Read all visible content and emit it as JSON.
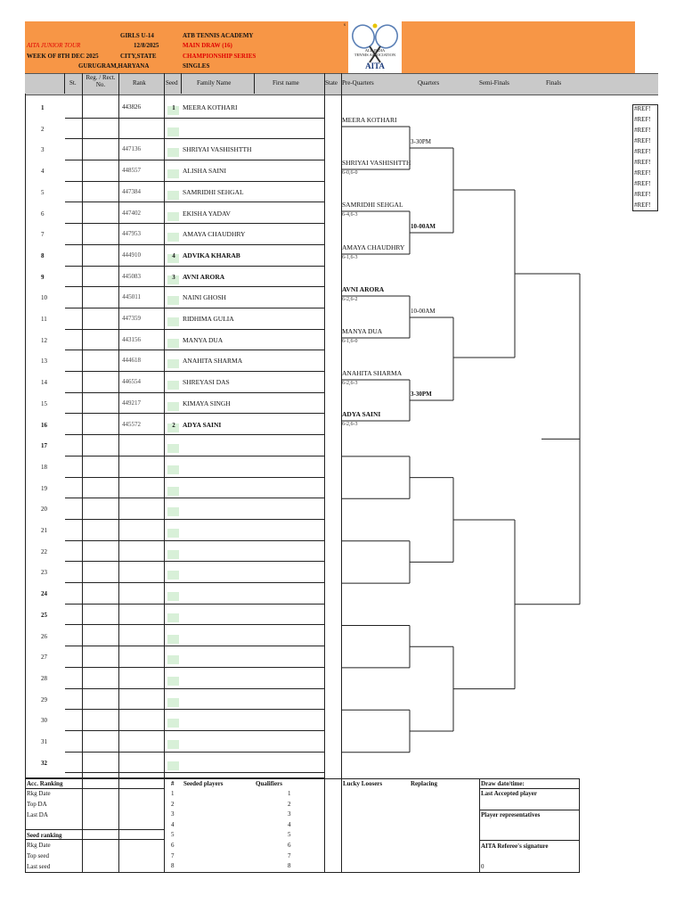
{
  "header": {
    "tour": "AITA JUNIOR TOUR",
    "week": "WEEK OF 8TH DEC 2025",
    "category": "GIRLS  U-14",
    "date": "12/8/2025",
    "city_state": "CITY,STATE",
    "venue_city": "GURUGRAM,HARYANA",
    "academy": "ATB TENNIS ACADEMY",
    "main_draw": "MAIN DRAW (16)",
    "series": "CHAMPIONSHIP SERIES",
    "singles": "SINGLES",
    "logo_text_1": "ALL INDIA",
    "logo_text_2": "TENNIS ASSOCIATION",
    "logo_text_3": "AITA",
    "logo_mark": "s"
  },
  "columns": {
    "st": "St.",
    "reg": "Reg. / Rect. No.",
    "rank": "Rank",
    "seed": "Seed",
    "family": "Family Name",
    "first": "First name",
    "state": "State",
    "pre_quarters": "Pre-Quarters",
    "quarters": "Quarters",
    "semis": "Semi-Finals",
    "finals": "Finals"
  },
  "players": [
    {
      "n": "1",
      "reg": "443826",
      "seed": "1",
      "name": "MEERA KOTHARI",
      "bold": false
    },
    {
      "n": "2",
      "reg": "",
      "seed": "",
      "name": "",
      "bold": false
    },
    {
      "n": "3",
      "reg": "447136",
      "seed": "",
      "name": "SHRIYAI VASHISHTTH",
      "bold": false
    },
    {
      "n": "4",
      "reg": "448557",
      "seed": "",
      "name": "ALISHA SAINI",
      "bold": false
    },
    {
      "n": "5",
      "reg": "447384",
      "seed": "",
      "name": "SAMRIDHI SEHGAL",
      "bold": false
    },
    {
      "n": "6",
      "reg": "447402",
      "seed": "",
      "name": "EKISHA YADAV",
      "bold": false
    },
    {
      "n": "7",
      "reg": "447953",
      "seed": "",
      "name": "AMAYA CHAUDHRY",
      "bold": false
    },
    {
      "n": "8",
      "reg": "444910",
      "seed": "4",
      "name": "ADVIKA KHARAB",
      "bold": true
    },
    {
      "n": "9",
      "reg": "445083",
      "seed": "3",
      "name": "AVNI ARORA",
      "bold": true
    },
    {
      "n": "10",
      "reg": "445011",
      "seed": "",
      "name": "NAINI GHOSH",
      "bold": false
    },
    {
      "n": "11",
      "reg": "447359",
      "seed": "",
      "name": "RIDHIMA GULIA",
      "bold": false
    },
    {
      "n": "12",
      "reg": "443156",
      "seed": "",
      "name": "MANYA DUA",
      "bold": false
    },
    {
      "n": "13",
      "reg": "444618",
      "seed": "",
      "name": "ANAHITA SHARMA",
      "bold": false
    },
    {
      "n": "14",
      "reg": "446554",
      "seed": "",
      "name": "SHREYASI DAS",
      "bold": false
    },
    {
      "n": "15",
      "reg": "449217",
      "seed": "",
      "name": "KIMAYA SINGH",
      "bold": false
    },
    {
      "n": "16",
      "reg": "445572",
      "seed": "2",
      "name": "ADYA SAINI",
      "bold": true
    },
    {
      "n": "17",
      "reg": "",
      "seed": "",
      "name": "",
      "bold": false
    },
    {
      "n": "18",
      "reg": "",
      "seed": "",
      "name": "",
      "bold": false
    },
    {
      "n": "19",
      "reg": "",
      "seed": "",
      "name": "",
      "bold": false
    },
    {
      "n": "20",
      "reg": "",
      "seed": "",
      "name": "",
      "bold": false
    },
    {
      "n": "21",
      "reg": "",
      "seed": "",
      "name": "",
      "bold": false
    },
    {
      "n": "22",
      "reg": "",
      "seed": "",
      "name": "",
      "bold": false
    },
    {
      "n": "23",
      "reg": "",
      "seed": "",
      "name": "",
      "bold": false
    },
    {
      "n": "24",
      "reg": "",
      "seed": "",
      "name": "",
      "bold": false
    },
    {
      "n": "25",
      "reg": "",
      "seed": "",
      "name": "",
      "bold": false
    },
    {
      "n": "26",
      "reg": "",
      "seed": "",
      "name": "",
      "bold": false
    },
    {
      "n": "27",
      "reg": "",
      "seed": "",
      "name": "",
      "bold": false
    },
    {
      "n": "28",
      "reg": "",
      "seed": "",
      "name": "",
      "bold": false
    },
    {
      "n": "29",
      "reg": "",
      "seed": "",
      "name": "",
      "bold": false
    },
    {
      "n": "30",
      "reg": "",
      "seed": "",
      "name": "",
      "bold": false
    },
    {
      "n": "31",
      "reg": "",
      "seed": "",
      "name": "",
      "bold": false
    },
    {
      "n": "32",
      "reg": "",
      "seed": "",
      "name": "",
      "bold": false
    }
  ],
  "pre_quarters": [
    {
      "name": "MEERA KOTHARI",
      "score": "",
      "bold": false
    },
    {
      "name": "SHRIYAI VASHISHTTH",
      "score": "6-0,6-0",
      "bold": false
    },
    {
      "name": "SAMRIDHI SEHGAL",
      "score": "6-4,6-3",
      "bold": false
    },
    {
      "name": "AMAYA CHAUDHRY",
      "score": "6-1,6-3",
      "bold": false
    },
    {
      "name": "AVNI ARORA",
      "score": "6-2,6-2",
      "bold": true
    },
    {
      "name": "MANYA DUA",
      "score": "6-1,6-0",
      "bold": false
    },
    {
      "name": "ANAHITA SHARMA",
      "score": "6-2,6-3",
      "bold": false
    },
    {
      "name": "ADYA SAINI",
      "score": "6-2,6-3",
      "bold": true
    }
  ],
  "quarter_times": [
    "3-30PM",
    "10-00AM",
    "10-00AM",
    "3-30PM"
  ],
  "ref_errors": [
    "#REF!",
    "#REF!",
    "#REF!",
    "#REF!",
    "#REF!",
    "#REF!",
    "#REF!",
    "#REF!",
    "#REF!",
    "#REF!"
  ],
  "footer": {
    "acc_ranking": "Acc. Ranking",
    "rkg_date": "Rkg Date",
    "top_da": "Top DA",
    "last_da": "Last DA",
    "seed_ranking": "Seed ranking",
    "rkg_date2": "Rkg Date",
    "top_seed": "Top seed",
    "last_seed": "Last seed",
    "hash": "#",
    "seeded_players": "Seeded players",
    "qualifiers": "Qualifiers",
    "seed_nums": [
      "1",
      "2",
      "3",
      "4",
      "5",
      "6",
      "7",
      "8"
    ],
    "qual_nums": [
      "1",
      "2",
      "3",
      "4",
      "5",
      "6",
      "7",
      "8"
    ],
    "lucky_losers": "Lucky Loosers",
    "replacing": "Replacing",
    "draw_datetime": "Draw date/time:",
    "last_accepted": "Last Accepted player",
    "player_reps": "Player representatives",
    "referee_sig": "AITA Referee's signature",
    "zero": "0"
  }
}
